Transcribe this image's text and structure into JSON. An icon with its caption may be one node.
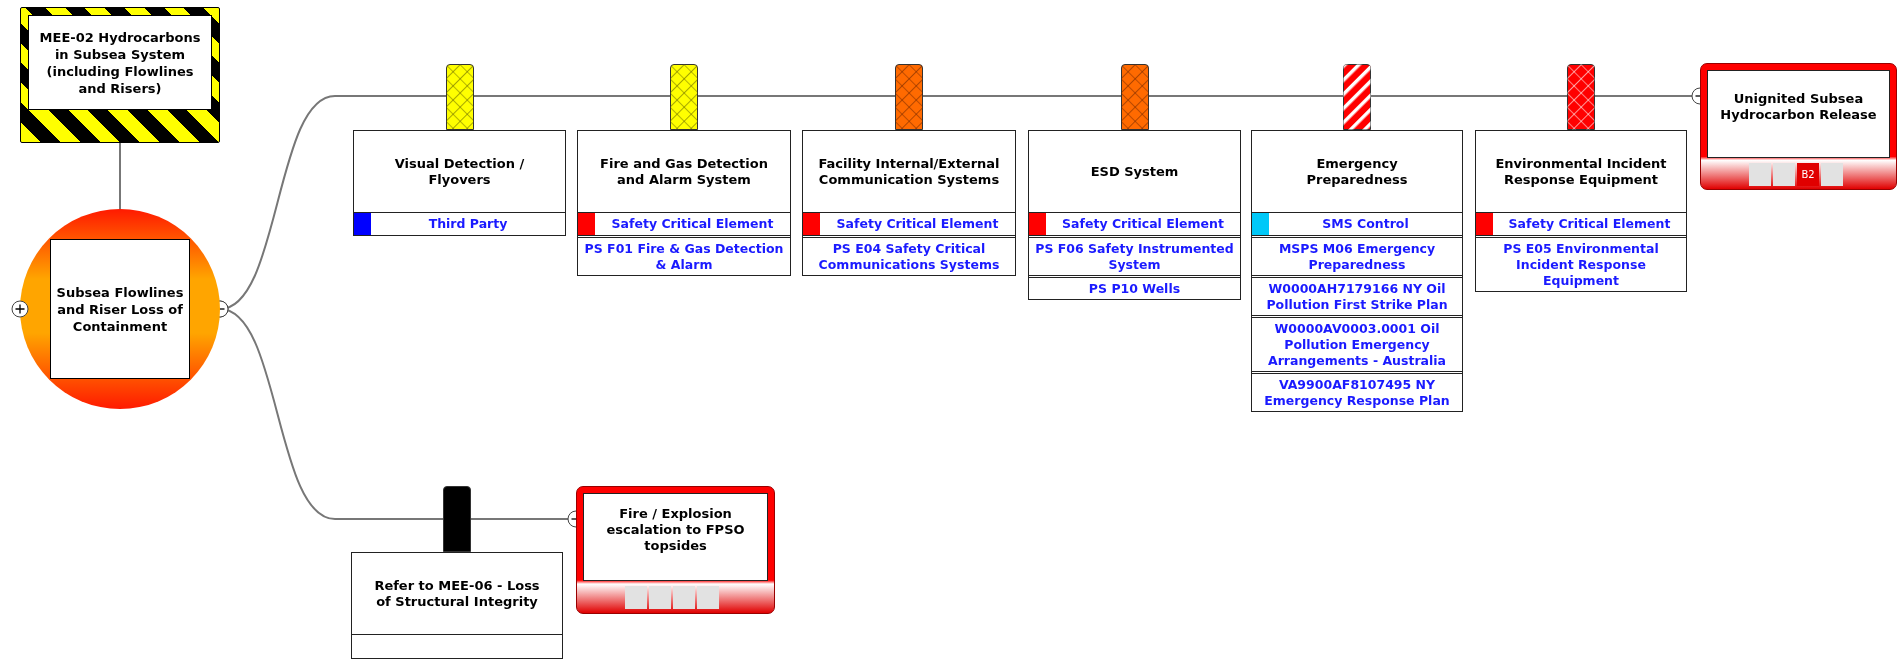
{
  "diagram": {
    "nodes": [
      {
        "text": [
          "MEE-02 Hydrocarbons in Subsea System (including Flowlines and Risers)"
        ]
      },
      {
        "text": [
          "Subsea Flowlines and Riser Loss of Containment"
        ]
      },
      {
        "text": [
          "Visual Detection / Flyovers",
          "Third Party"
        ]
      },
      {
        "text": [
          "Fire and Gas Detection and Alarm System",
          "Safety Critical Element",
          "PS F01 Fire & Gas Detection & Alarm"
        ]
      },
      {
        "text": [
          "Facility Internal/External Communication Systems",
          "Safety Critical Element",
          "PS E04 Safety Critical Communications Systems"
        ]
      },
      {
        "text": [
          "ESD System",
          "Safety Critical Element",
          "PS F06 Safety Instrumented System",
          "PS P10 Wells"
        ]
      },
      {
        "text": [
          "Emergency Preparedness",
          "SMS Control",
          "MSPS M06 Emergency Preparedness",
          "W0000AH7179166 NY Oil Pollution First Strike Plan",
          "W0000AV0003.0001 Oil Pollution Emergency Arrangements - Australia",
          "VA9900AF8107495 NY Emergency Response Plan"
        ]
      },
      {
        "text": [
          "Environmental Incident Response Equipment",
          "Safety Critical Element",
          "PS E05 Environmental Incident Response Equipment"
        ]
      },
      {
        "text": [
          "Unignited Subsea Hydrocarbon Release",
          "B2"
        ]
      },
      {
        "text": [
          "Refer to MEE-06 - Loss of Structural Integrity"
        ]
      },
      {
        "text": [
          "Fire / Explosion escalation to FPSO topsides"
        ]
      }
    ],
    "edges": [
      {
        "from": 0,
        "to": 1,
        "arrow": "none"
      },
      {
        "from": 1,
        "to": 8,
        "arrow": "other"
      },
      {
        "from": 1,
        "to": 10,
        "arrow": "other"
      }
    ]
  }
}
